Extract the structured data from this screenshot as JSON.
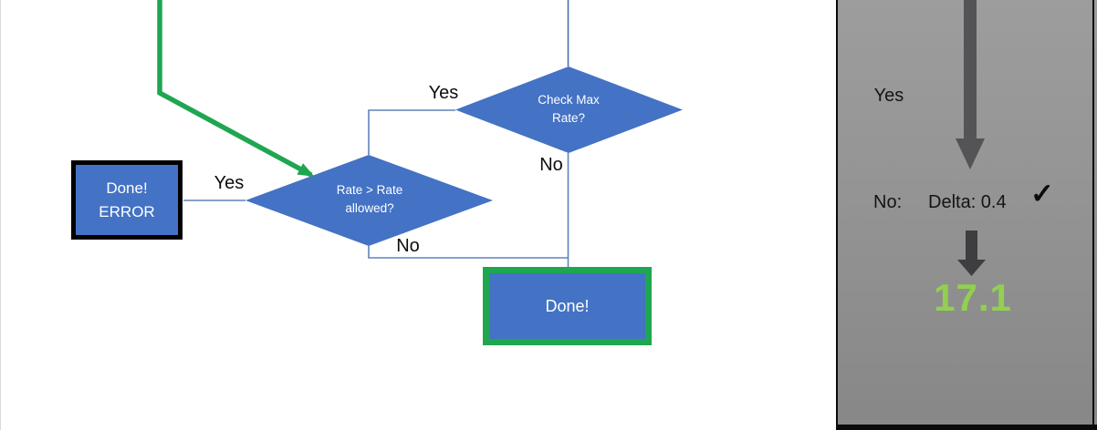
{
  "flowchart": {
    "nodes": {
      "check_max_rate": {
        "line1": "Check Max",
        "line2": "Rate?"
      },
      "rate_allowed": {
        "line1": "Rate > Rate",
        "line2": "allowed?"
      },
      "done_error": {
        "line1": "Done!",
        "line2": "ERROR"
      },
      "done": {
        "label": "Done!"
      }
    },
    "edge_labels": {
      "check_yes": "Yes",
      "check_no": "No",
      "rate_yes": "Yes",
      "rate_no": "No"
    },
    "colors": {
      "shape_fill": "#4472C4",
      "highlight_green": "#1FA651",
      "connector_blue": "#5f84bd",
      "error_border_black": "#000000"
    }
  },
  "side_panel": {
    "yes_label": "Yes",
    "no_label": "No:",
    "delta_label": "Delta: 0.4",
    "check_icon": "✓",
    "result_value": "17.1",
    "colors": {
      "background_gray": "#949494",
      "arrow_dark_gray": "#545456",
      "result_green": "#92D050"
    }
  }
}
